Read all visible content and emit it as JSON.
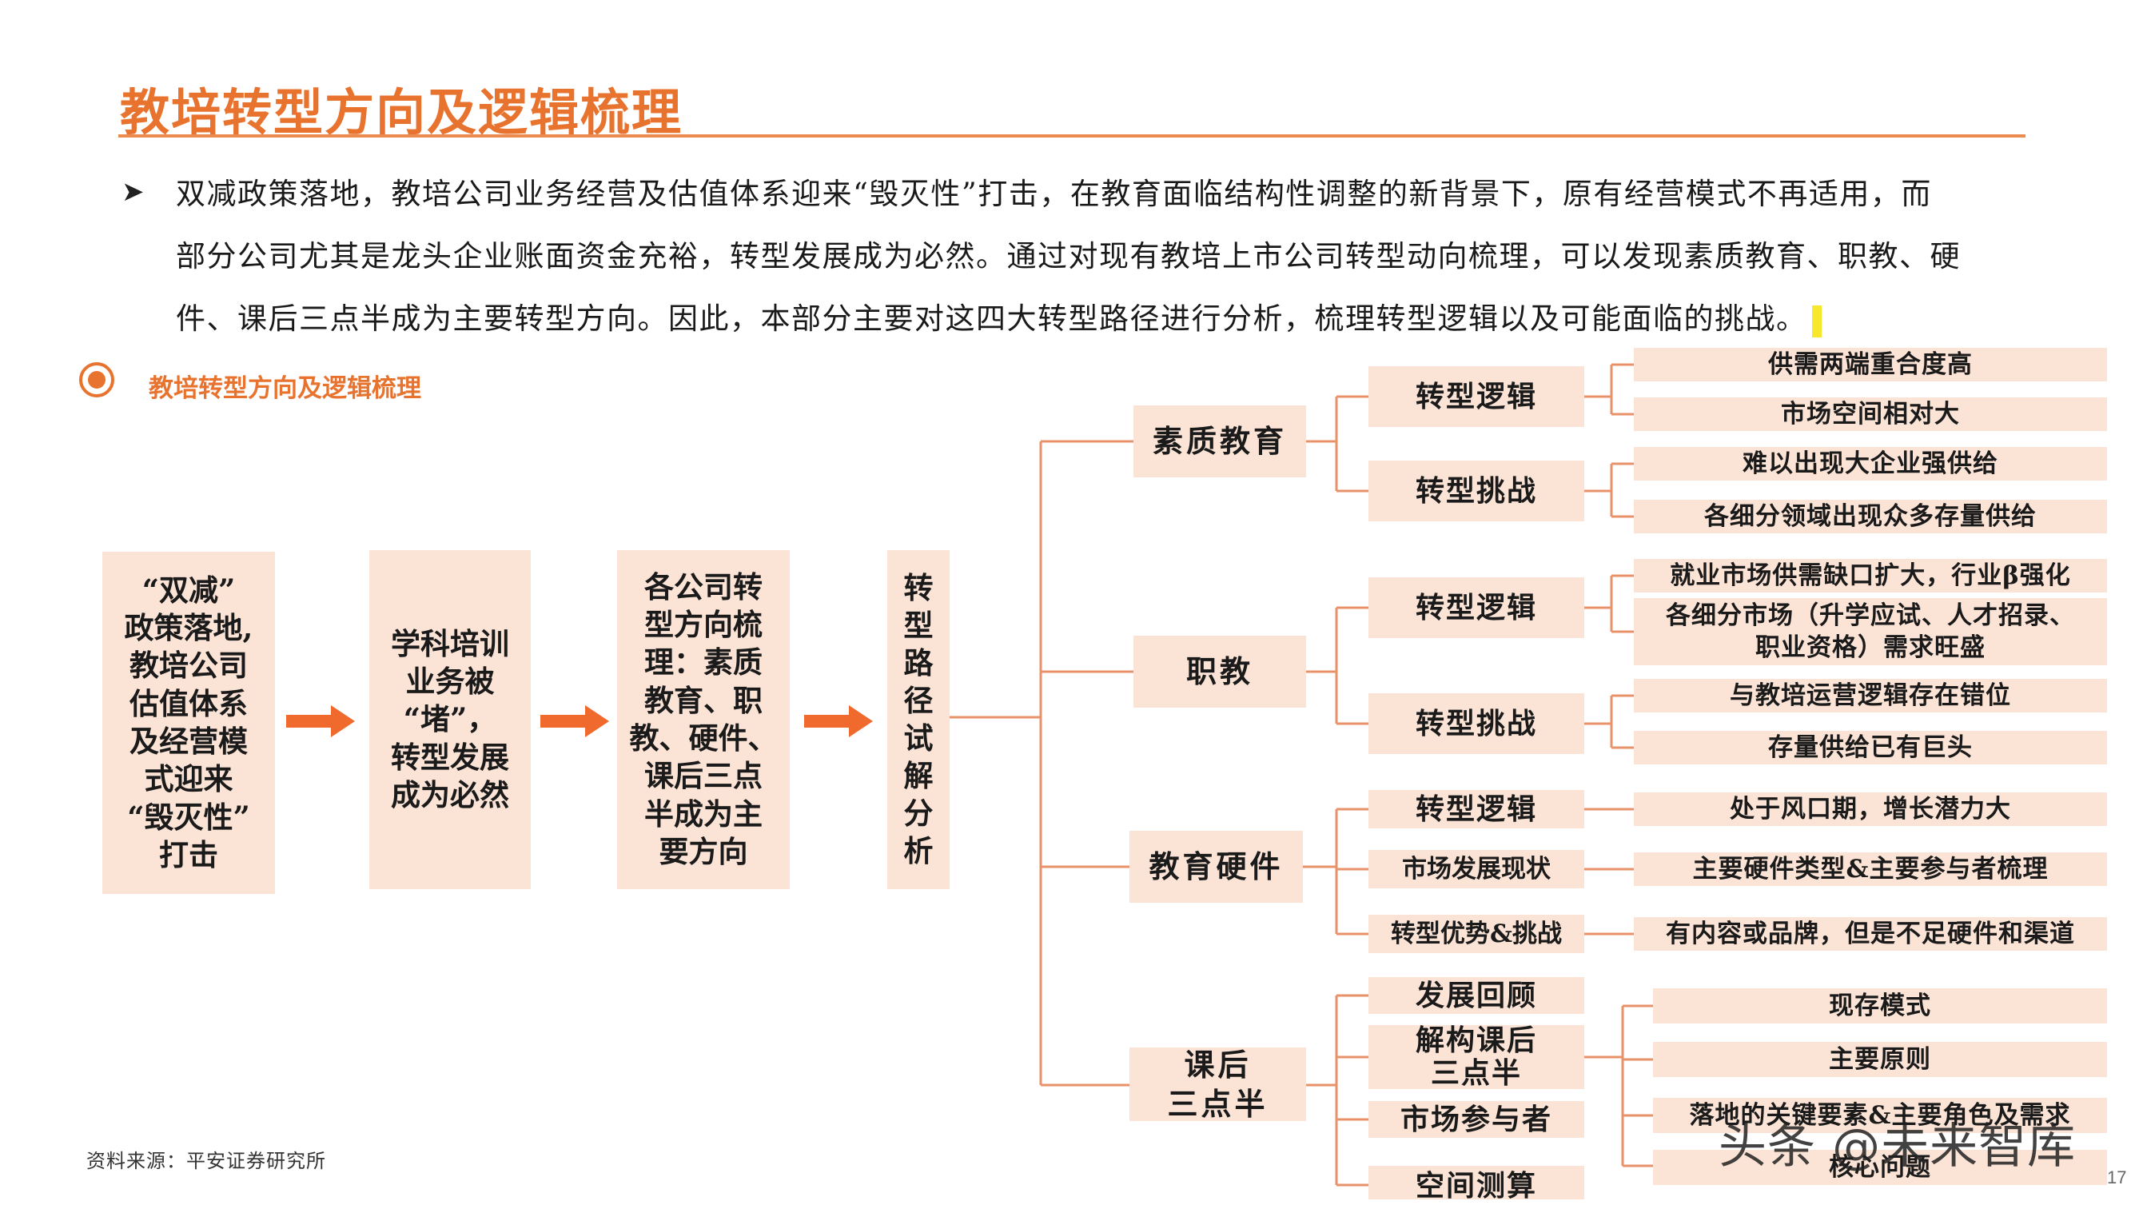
{
  "title": "教培转型方向及逻辑梳理",
  "bullet": {
    "line1": "双减政策落地，教培公司业务经营及估值体系迎来“毁灭性”打击，在教育面临结构性调整的新背景下，原有经营模式不再适用，而",
    "line2": "部分公司尤其是龙头企业账面资金充裕，转型发展成为必然。通过对现有教培上市公司转型动向梳理，可以发现素质教育、职教、硬",
    "line3": "件、课后三点半成为主要转型方向。因此，本部分主要对这四大转型路径进行分析，梳理转型逻辑以及可能面临的挑战。"
  },
  "section_label": "教培转型方向及逻辑梳理",
  "flow": {
    "box1": [
      "“双减”",
      "政策落地,",
      "教培公司",
      "估值体系",
      "及经营模",
      "式迎来",
      "“毁灭性”",
      "打击"
    ],
    "box2": [
      "学科培训",
      "业务被",
      "“堵”，",
      "转型发展",
      "成为必然"
    ],
    "box3": [
      "各公司转",
      "型方向梳",
      "理：素质",
      "教育、职",
      "教、硬件、",
      "课后三点",
      "半成为主",
      "要方向"
    ],
    "box4": [
      "转",
      "型",
      "路",
      "径",
      "试",
      "解",
      "分",
      "析"
    ]
  },
  "categories": {
    "suzhi": {
      "label": "素质教育",
      "logic": "转型逻辑",
      "challenge": "转型挑战",
      "logic_items": [
        "供需两端重合度高",
        "市场空间相对大"
      ],
      "challenge_items": [
        "难以出现大企业强供给",
        "各细分领域出现众多存量供给"
      ]
    },
    "zhijiao": {
      "label": "职教",
      "logic": "转型逻辑",
      "challenge": "转型挑战",
      "logic_items": [
        "就业市场供需缺口扩大，行业β强化",
        "各细分市场（升学应试、人才招录、",
        "职业资格）需求旺盛"
      ],
      "challenge_items": [
        "与教培运营逻辑存在错位",
        "存量供给已有巨头"
      ]
    },
    "hardware": {
      "label": "教育硬件",
      "logic": "转型逻辑",
      "status": "市场发展现状",
      "adv": "转型优势&挑战",
      "logic_items": [
        "处于风口期，增长潜力大"
      ],
      "status_items": [
        "主要硬件类型&主要参与者梳理"
      ],
      "adv_items": [
        "有内容或品牌，但是不足硬件和渠道"
      ]
    },
    "afterschool": {
      "label_line1": "课后",
      "label_line2": "三点半",
      "review": "发展回顾",
      "deconstruct_line1": "解构课后",
      "deconstruct_line2": "三点半",
      "participants": "市场参与者",
      "space": "空间测算",
      "items": [
        "现存模式",
        "主要原则",
        "落地的关键要素&主要角色及需求",
        "核心问题"
      ]
    }
  },
  "source": "资料来源：平安证券研究所",
  "page_number": "17",
  "watermark": "头条 @未来智库",
  "colors": {
    "accent": "#e8732f",
    "box": "#fbe3d6",
    "arrow": "#ef6a2c",
    "line": "#e8926a"
  },
  "icons": {
    "target": "target-icon",
    "bullet": "chevron-right-icon",
    "arrow": "arrow-right-icon"
  }
}
